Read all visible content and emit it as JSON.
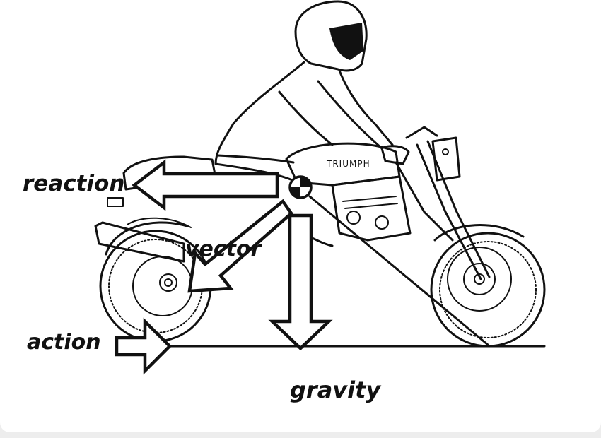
{
  "diagram": {
    "labels": {
      "reaction": "reaction",
      "vector": "vector",
      "action": "action",
      "gravity": "gravity"
    },
    "tank_brand": "TRIUMPH",
    "colors": {
      "ink": "#111111",
      "background": "#ffffff",
      "frame": "#ededed"
    }
  }
}
